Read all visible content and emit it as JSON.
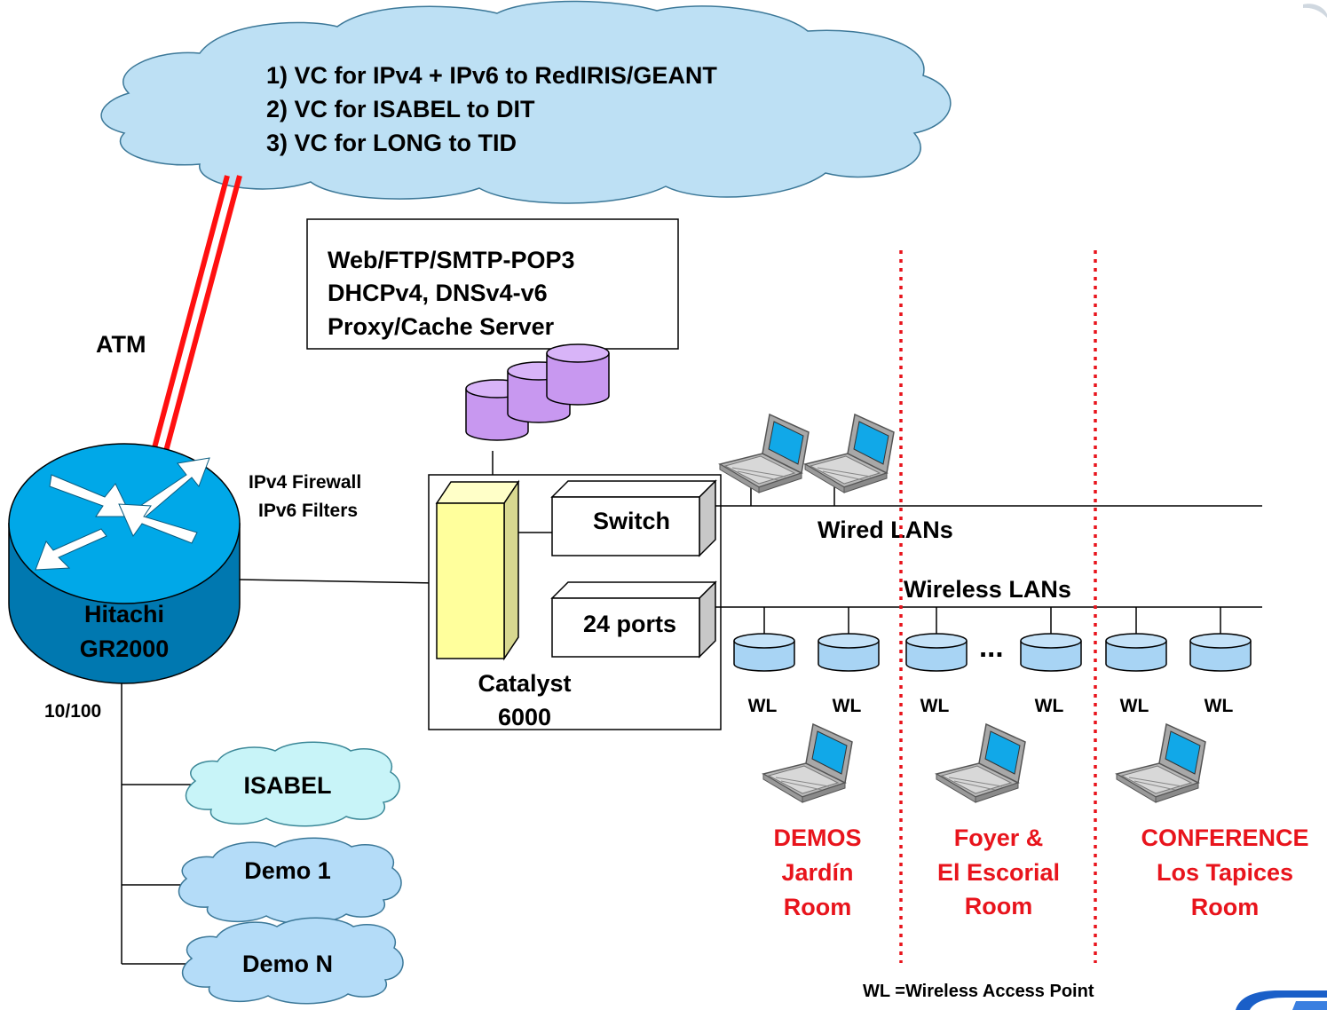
{
  "cloud_lines": [
    "1) VC for IPv4 + IPv6 to RedIRIS/GEANT",
    "2) VC for ISABEL to DIT",
    "3) VC for LONG to TID"
  ],
  "server_box_lines": [
    "Web/FTP/SMTP-POP3",
    "DHCPv4, DNSv4-v6",
    "Proxy/Cache Server"
  ],
  "atm_label": "ATM",
  "firewall_lines": [
    "IPv4 Firewall",
    "IPv6 Filters"
  ],
  "router_lines": [
    "Hitachi",
    "GR2000"
  ],
  "port_speed_label": "10/100",
  "catalyst_lines": [
    "Catalyst",
    "6000"
  ],
  "switch_label": "Switch",
  "ports_label": "24 ports",
  "wired_lans_label": "Wired LANs",
  "wireless_lans_label": "Wireless LANs",
  "ellipsis": "...",
  "access_point_label": "WL",
  "sub_networks": [
    "ISABEL",
    "Demo 1",
    "Demo N"
  ],
  "rooms": {
    "demos": [
      "DEMOS",
      "Jardín",
      "Room"
    ],
    "foyer": [
      "Foyer &",
      "El Escorial",
      "Room"
    ],
    "conference": [
      "CONFERENCE",
      "Los Tapices",
      "Room"
    ]
  },
  "legend_note": "WL =Wireless Access Point",
  "colors": {
    "cloud_fill": "#bde0f4",
    "isabel_cloud_fill": "#c8f4f8",
    "demo_cloud_fill": "#b4dcf8",
    "router_fill": "#00a8e8",
    "router_side": "#0078b0",
    "database_fill": "#c898f0",
    "catalyst_fill": "#ffff9c",
    "access_point_fill": "#a8d4f4",
    "room_label": "#e8141c",
    "atm_link": "#ff1010",
    "room_divider": "#e8141c"
  },
  "icons": [
    "router-icon",
    "database-icon",
    "laptop-icon",
    "access-point-icon",
    "cloud-icon",
    "logo-mark"
  ]
}
